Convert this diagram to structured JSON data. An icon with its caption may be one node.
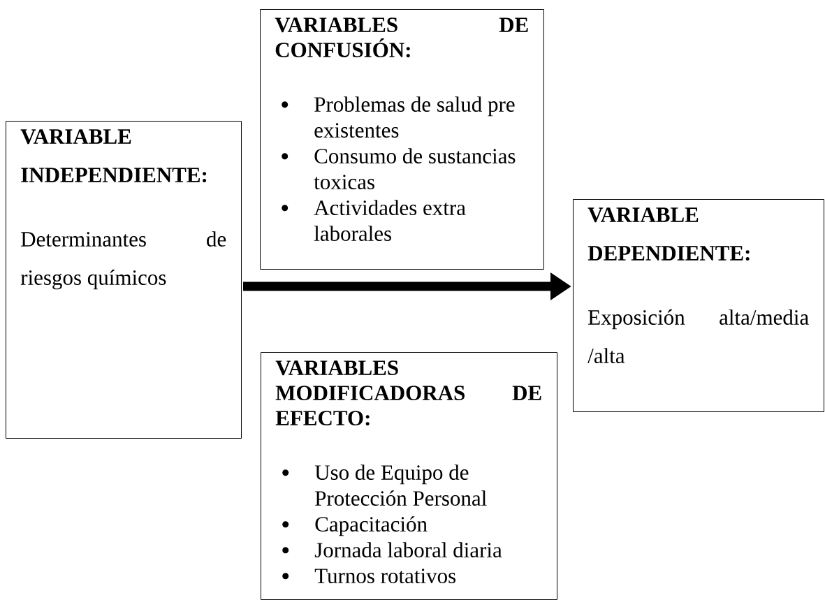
{
  "diagram": {
    "nodes": [
      {
        "text": [
          "VARIABLE INDEPENDIENTE:",
          "Determinantes de riesgos químicos"
        ]
      },
      {
        "text": [
          "VARIABLES DE CONFUSIÓN:",
          "Problemas de salud pre existentes",
          "Consumo de sustancias toxicas",
          "Actividades extra laborales"
        ]
      },
      {
        "text": [
          "VARIABLES MODIFICADORAS DE EFECTO:",
          "Uso de Equipo de Protección Personal",
          "Capacitación",
          "Jornada laboral diaria",
          "Turnos rotativos"
        ]
      },
      {
        "text": [
          "VARIABLE DEPENDIENTE:",
          "Exposición alta/media /alta"
        ]
      }
    ],
    "edges": [
      {
        "from": 0,
        "to": 3,
        "arrow": "to"
      }
    ]
  }
}
